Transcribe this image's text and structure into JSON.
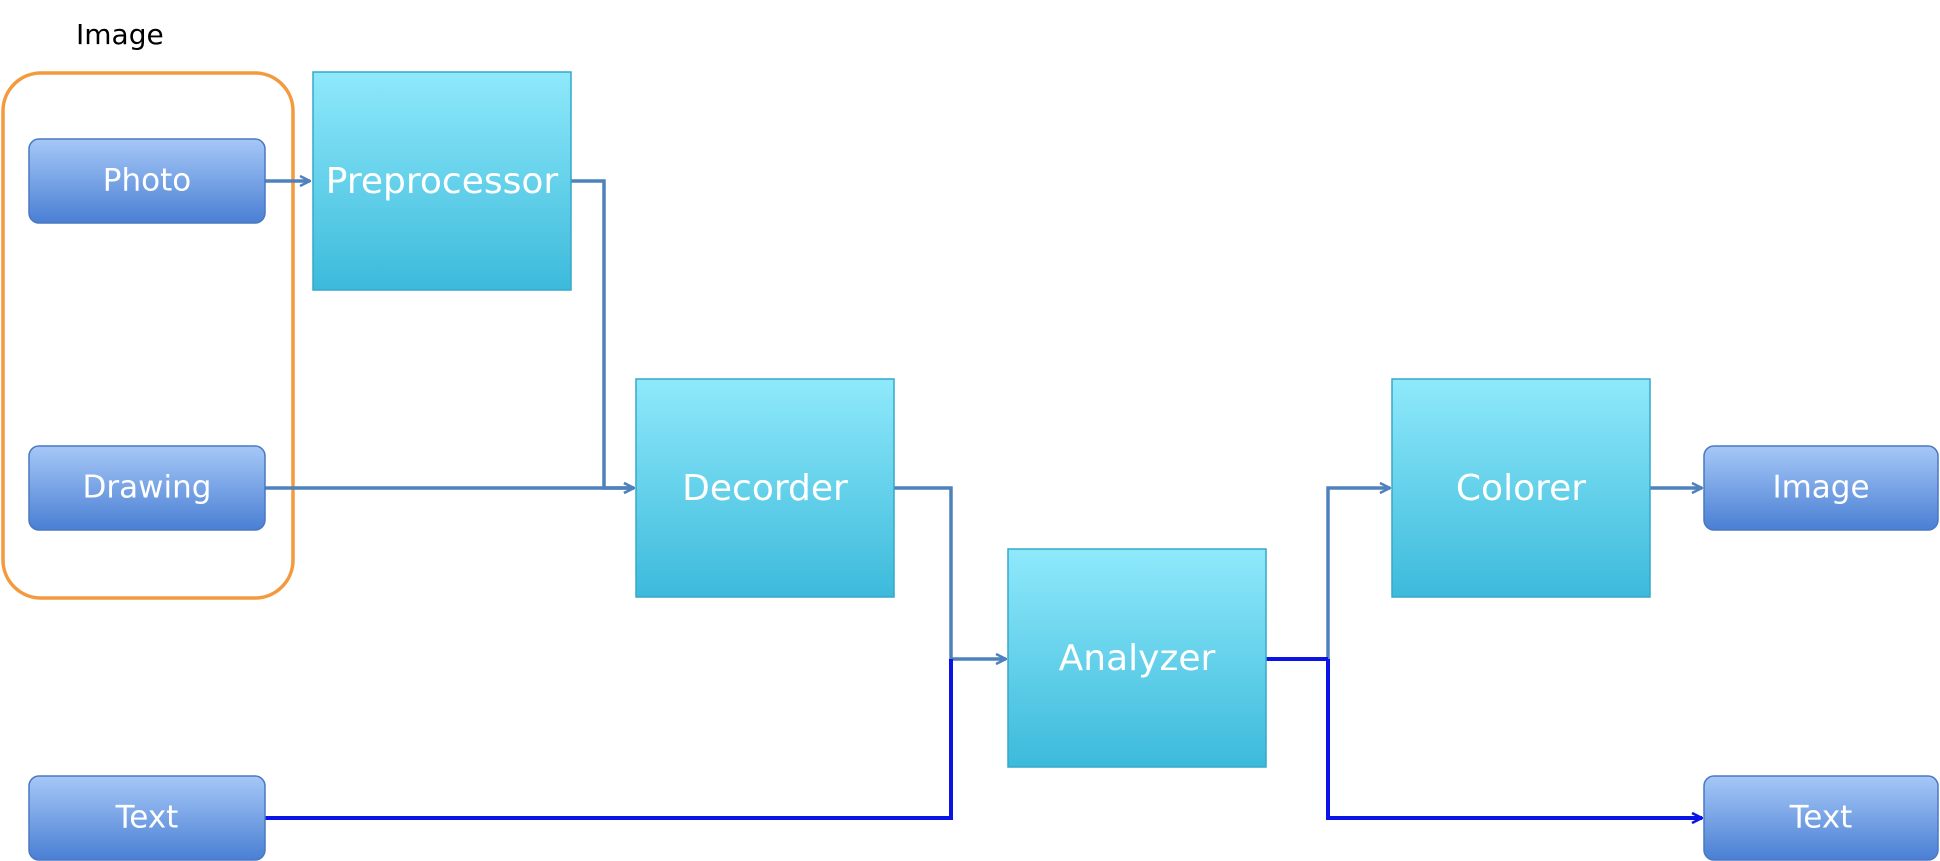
{
  "group": {
    "title": "Image"
  },
  "inputs": {
    "photo": "Photo",
    "drawing": "Drawing",
    "text": "Text"
  },
  "processors": {
    "preprocessor": "Preprocessor",
    "decoder": "Decorder",
    "analyzer": "Analyzer",
    "colorer": "Colorer"
  },
  "outputs": {
    "image": "Image",
    "text": "Text"
  },
  "colors": {
    "group_border": "#f39a3e",
    "io_box_top": "#a6c8f7",
    "io_box_bottom": "#4a7fd4",
    "io_box_border": "#4a78c2",
    "process_top": "#8fe9fb",
    "process_bottom": "#3cbadb",
    "process_border": "#35a9c9",
    "connector_steel": "#4f81bd",
    "connector_blue": "#0a14e6"
  }
}
